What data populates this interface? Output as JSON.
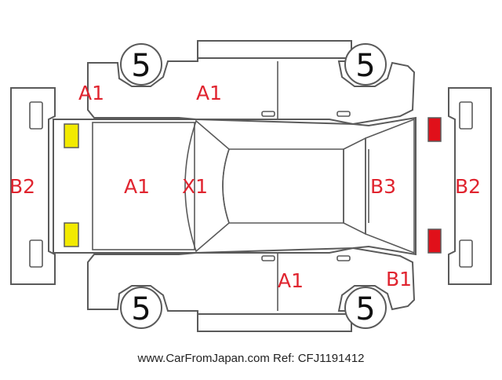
{
  "colors": {
    "outline": "#5a5a5a",
    "damage_code": "#e0242f",
    "headlight": "#f2ea00",
    "taillight": "#e0101a",
    "background": "#ffffff"
  },
  "tire_grades": {
    "front_left": "5",
    "rear_left": "5",
    "front_right": "5",
    "rear_right": "5"
  },
  "damage_codes": {
    "front_fender_upper": "A1",
    "front_door_upper": "A1",
    "hood": "A1",
    "windshield": "X1",
    "rear_gate": "B3",
    "front_bumper": "B2",
    "rear_bumper": "B2",
    "rear_door_lower": "A1",
    "rear_quarter_lower": "B1"
  },
  "footer": {
    "text": "www.CarFromJapan.com Ref: CFJ1191412"
  }
}
